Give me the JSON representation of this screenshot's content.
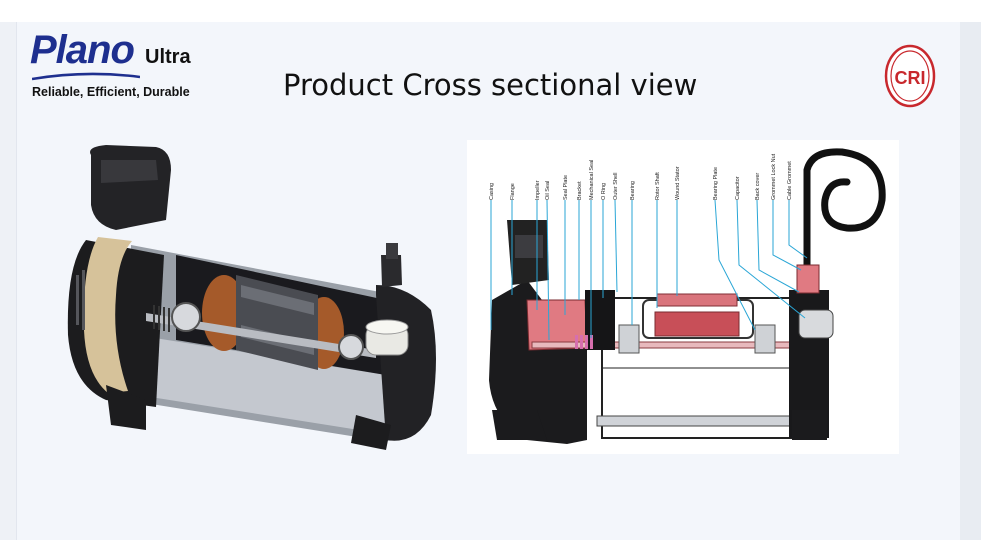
{
  "brand": {
    "name": "Plano",
    "suffix": "Ultra",
    "tagline": "Reliable, Efficient, Durable"
  },
  "title": "Product Cross sectional view",
  "badge": {
    "text": "CRI",
    "color": "#c8282d"
  },
  "colors": {
    "brand_blue": "#1e2f8f",
    "label_line": "#2aa6d6",
    "copper": "#b0602c",
    "red_parts": "#e0707a"
  },
  "diagram": {
    "labels": [
      "Casing",
      "Flange",
      "Impeller",
      "Oil Seal",
      "Seal Plate",
      "Bracket",
      "Mechanical Seal",
      "O Ring",
      "Outer Shell",
      "Bearing",
      "Rotor Shaft",
      "Wound Stator",
      "Bearing Plate",
      "Capacitor",
      "Back cover",
      "Grommet Lock Nut",
      "Cable Grommet"
    ]
  }
}
